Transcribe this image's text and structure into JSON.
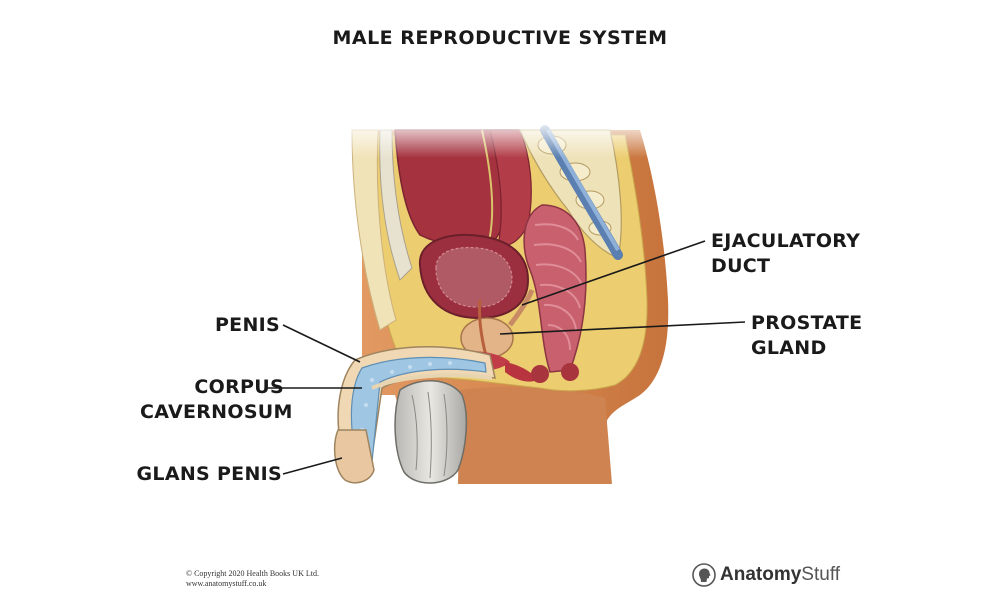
{
  "title": "MALE REPRODUCTIVE SYSTEM",
  "labels": {
    "ejaculatory_duct": [
      "EJACULATORY",
      "DUCT"
    ],
    "prostate_gland": [
      "PROSTATE",
      "GLAND"
    ],
    "penis": "PENIS",
    "corpus_cavernosum": [
      "CORPUS",
      "CAVERNOSUM"
    ],
    "glans_penis": "GLANS PENIS"
  },
  "copyright": [
    "© Copyright 2020 Health Books UK Ltd.",
    "www.anatomystuff.co.uk"
  ],
  "logo": {
    "bold": "Anatomy",
    "light": "Stuff",
    "icon": "anatomy-head-icon"
  },
  "colors": {
    "skin": "#d7874e",
    "fat": "#efd27a",
    "bladder": "#9c2f3f",
    "rectum": "#c8606e",
    "leader": "#1a1a1a"
  }
}
